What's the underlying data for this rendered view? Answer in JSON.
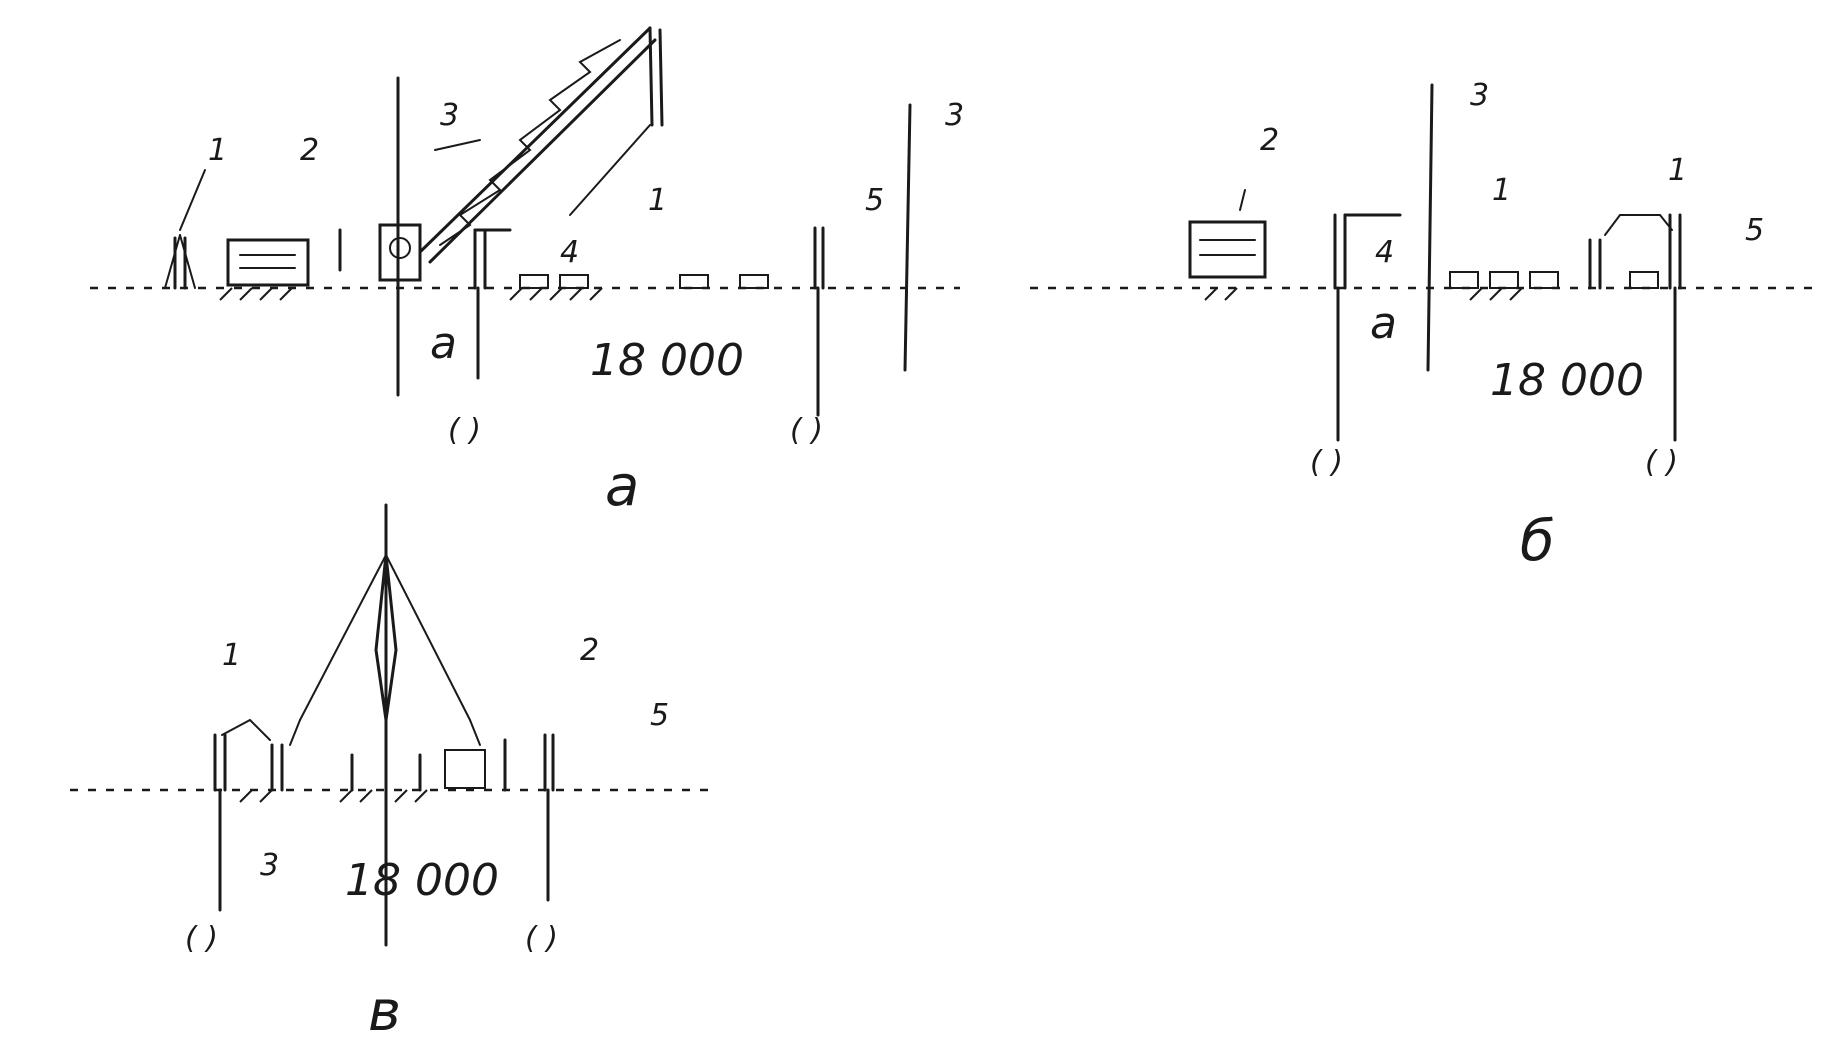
{
  "figures": {
    "a": {
      "caption": "а",
      "span": "18 000",
      "callout_1": "1",
      "callout_2": "2",
      "callout_3a": "3",
      "callout_3b": "3",
      "callout_4": "4",
      "callout_5": "5",
      "callout_1b": "1",
      "dim_a": "а",
      "axis_left": "( )",
      "axis_right": "( )"
    },
    "b": {
      "caption": "б",
      "span": "18 000",
      "callout_2": "2",
      "callout_3": "3",
      "callout_1": "1",
      "callout_1b": "1",
      "callout_4": "4",
      "callout_5": "5",
      "dim_a": "а",
      "axis_left": "( )",
      "axis_right": "( )"
    },
    "c": {
      "caption": "в",
      "span": "18 000",
      "callout_1": "1",
      "callout_2": "2",
      "callout_3": "3",
      "callout_5": "5",
      "axis_left": "( )",
      "axis_right": "( )"
    }
  }
}
